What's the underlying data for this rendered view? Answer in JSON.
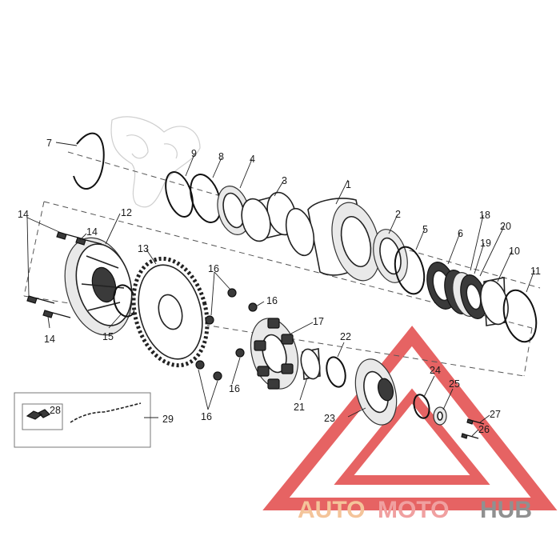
{
  "diagram": {
    "type": "exploded-parts-view",
    "callouts": [
      "1",
      "2",
      "3",
      "4",
      "5",
      "6",
      "7",
      "8",
      "9",
      "10",
      "11",
      "12",
      "13",
      "14",
      "14",
      "14",
      "14",
      "15",
      "16",
      "16",
      "16",
      "16",
      "17",
      "18",
      "19",
      "20",
      "21",
      "22",
      "23",
      "24",
      "25",
      "26",
      "27",
      "28",
      "29"
    ]
  },
  "watermark": {
    "part1": "AUTO",
    "part2": "MOTO",
    "part3": "HUB",
    "colors": {
      "auto": "#f4c49a",
      "moto": "#f0a0a0",
      "hub": "#909090",
      "triangle": "#e24848"
    }
  }
}
